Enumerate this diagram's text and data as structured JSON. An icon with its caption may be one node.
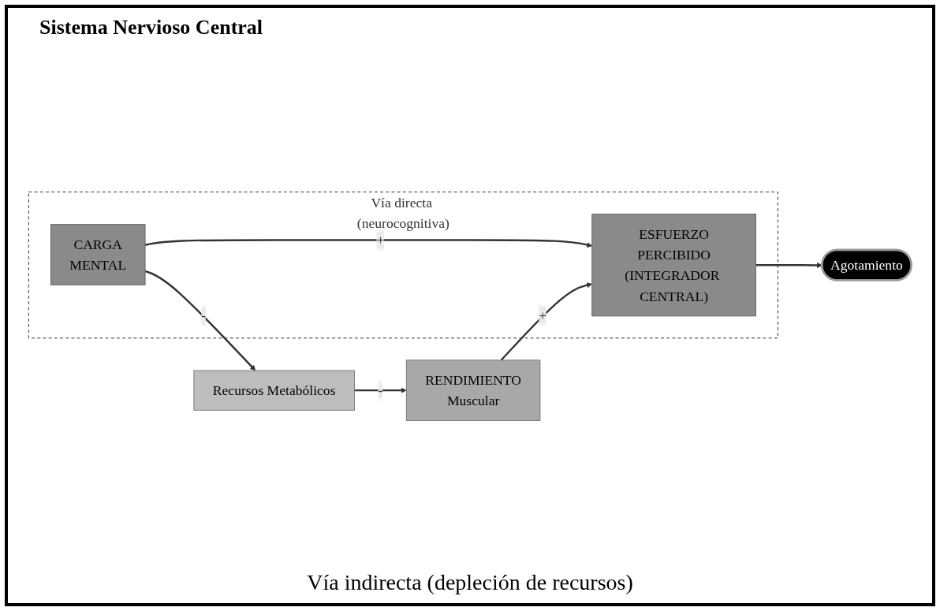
{
  "diagram": {
    "title": "Sistema Nervioso Central",
    "nodes": [
      {
        "text": [
          "Vía directa (neurocognitiva)"
        ]
      },
      {
        "text": [
          "CARGA",
          "MENTAL"
        ],
        "in": 0
      },
      {
        "text": [
          "ESFUERZO",
          "PERCIBIDO",
          "(INTEGRADOR CENTRAL)"
        ],
        "in": 0
      },
      {
        "text": [
          "Agotamiento"
        ]
      },
      {
        "text": [
          "Recursos Metabólicos"
        ]
      },
      {
        "text": [
          "RENDIMIENTO",
          "Muscular"
        ]
      }
    ],
    "edges": [
      {
        "from": 1,
        "to": 2,
        "arrow": "to",
        "label": "+"
      },
      {
        "from": 1,
        "to": 4,
        "arrow": "to",
        "label": "-"
      },
      {
        "from": 4,
        "to": 5,
        "arrow": "to",
        "label": "-"
      },
      {
        "from": 5,
        "to": 2,
        "arrow": "to",
        "label": "+"
      },
      {
        "from": 2,
        "to": 3,
        "arrow": "to"
      }
    ],
    "labels": [
      "Vía indirecta (depleción de recursos)"
    ]
  }
}
